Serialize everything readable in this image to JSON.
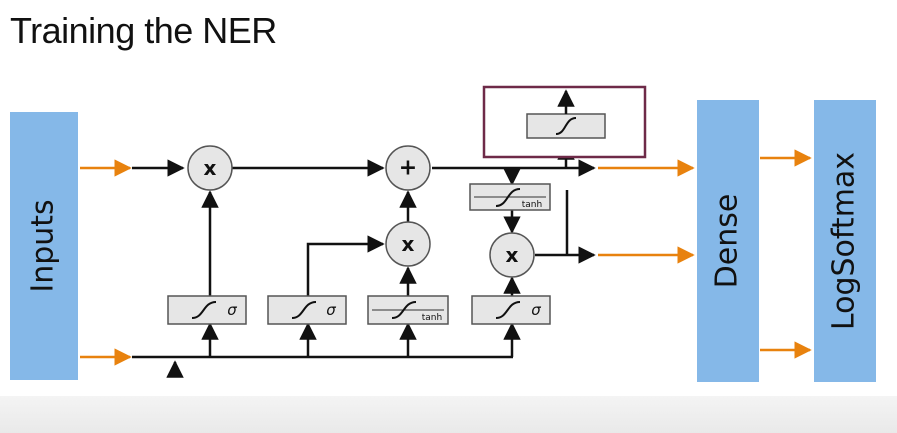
{
  "slide": {
    "title": "Training the NER"
  },
  "blocks": {
    "inputs": {
      "label": "Inputs",
      "color": "#85b8e8"
    },
    "dense": {
      "label": "Dense",
      "color": "#85b8e8"
    },
    "logsoftmax": {
      "label": "LogSoftmax",
      "color": "#85b8e8"
    }
  },
  "lstm": {
    "ops": {
      "multiply": "x",
      "add": "+"
    },
    "gates": {
      "forget": {
        "activation": "σ"
      },
      "input": {
        "activation": "σ"
      },
      "candidate": {
        "activation": "tanh"
      },
      "output": {
        "activation": "σ"
      },
      "cell_tanh": {
        "activation": "tanh"
      }
    },
    "highlight_color": "#6e2a48"
  },
  "colors": {
    "arrow": "#e8820e",
    "line": "#111111",
    "gate_fill": "#e6e6e6"
  },
  "icons": [
    "sigmoid-curve-icon",
    "arrow-icon"
  ]
}
